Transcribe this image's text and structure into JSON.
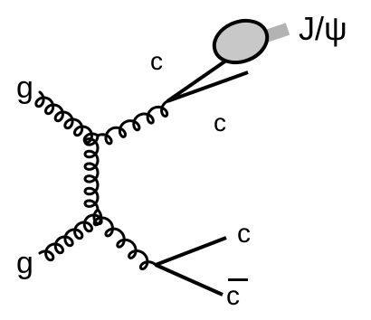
{
  "labels": {
    "gluon_top": "g",
    "gluon_bottom": "g",
    "charm_upper": "c",
    "charm_lower": "c",
    "charm_out": "c",
    "anticharm_out": "c",
    "meson": "J/ψ"
  },
  "colors": {
    "line": "#000000",
    "blob_fill": "#c8c8c8",
    "meson_bar": "#b3b3b3"
  }
}
